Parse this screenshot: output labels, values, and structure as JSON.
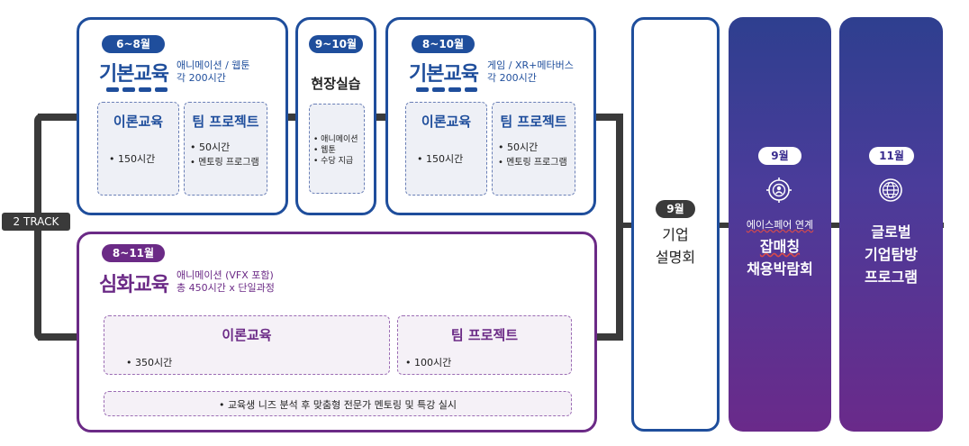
{
  "track_label": "2 TRACK",
  "basic1": {
    "period": "6~8월",
    "title": "기본교육",
    "desc1": "애니메이션 / 웹툰",
    "desc2": "각 200시간",
    "theory": {
      "title": "이론교육",
      "bullet": "150시간"
    },
    "team": {
      "title": "팀 프로젝트",
      "bullet1": "50시간",
      "bullet2": "멘토링 프로그램"
    }
  },
  "field": {
    "period": "9~10월",
    "title": "현장실습",
    "items": [
      "애니메이션",
      "웹툰",
      "수당 지급"
    ]
  },
  "basic2": {
    "period": "8~10월",
    "title": "기본교육",
    "desc1": "게임 / XR+메타버스",
    "desc2": "각 200시간",
    "theory": {
      "title": "이론교육",
      "bullet": "150시간"
    },
    "team": {
      "title": "팀 프로젝트",
      "bullet1": "50시간",
      "bullet2": "멘토링 프로그램"
    }
  },
  "advanced": {
    "period": "8~11월",
    "title": "심화교육",
    "desc1": "애니메이션 (VFX 포함)",
    "desc2": "총 450시간 x 단일과정",
    "theory": {
      "title": "이론교육",
      "bullet": "350시간"
    },
    "team": {
      "title": "팀 프로젝트",
      "bullet": "100시간"
    },
    "note": "교육생 니즈 분석 후 맞춤형 전문가 멘토링 및 특강 실시"
  },
  "briefing": {
    "period": "9월",
    "line1": "기업",
    "line2": "설명회"
  },
  "fair": {
    "period": "9월",
    "line1": "에이스페어 연계",
    "line2": "잡매칭",
    "line3": "채용박람회",
    "icon": "target-person-icon"
  },
  "global": {
    "period": "11월",
    "line1": "글로벌",
    "line2": "기업탐방",
    "line3": "프로그램",
    "icon": "globe-icon"
  }
}
